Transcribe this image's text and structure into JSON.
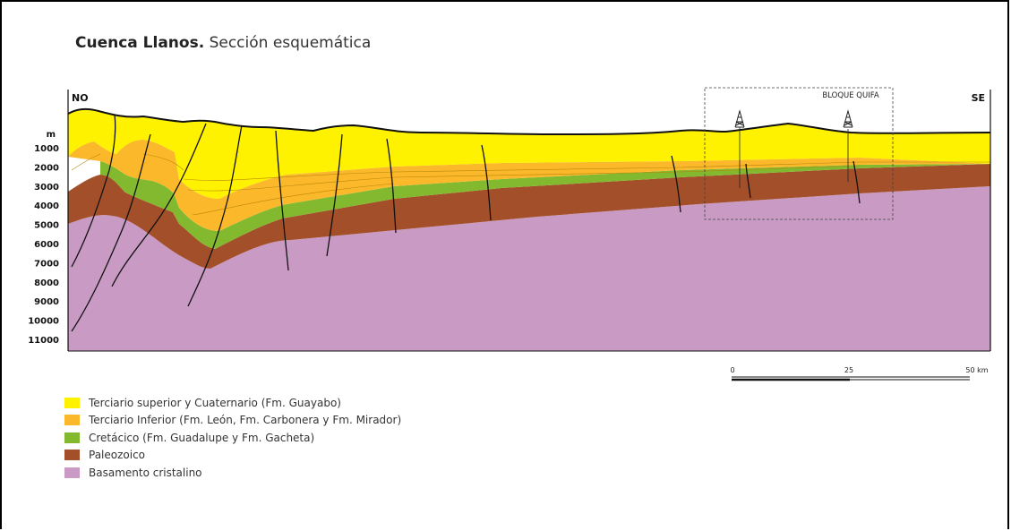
{
  "title": {
    "bold": "Cuenca Llanos.",
    "rest": "Sección esquemática"
  },
  "section": {
    "left_label": "NO",
    "right_label": "SE",
    "depth_unit": "m",
    "depth_ticks": [
      "1000",
      "2000",
      "3000",
      "4000",
      "5000",
      "6000",
      "7000",
      "8000",
      "9000",
      "10000",
      "11000"
    ],
    "block_label": "BLOQUE QUIFA"
  },
  "scale_bar": {
    "labels": [
      "0",
      "25",
      "50 km"
    ]
  },
  "legend": [
    {
      "label": "Terciario superior y Cuaternario (Fm. Guayabo)",
      "color": "#fff200"
    },
    {
      "label": "Terciario Inferior (Fm. León, Fm. Carbonera y Fm. Mirador)",
      "color": "#fbb82a"
    },
    {
      "label": "Cretácico (Fm. Guadalupe y Fm. Gacheta)",
      "color": "#83b92f"
    },
    {
      "label": "Paleozoico",
      "color": "#a3502a"
    },
    {
      "label": "Basamento cristalino",
      "color": "#c99bc4"
    }
  ],
  "colors": {
    "terciario_superior": "#fff200",
    "terciario_inferior": "#fbb82a",
    "cretacico": "#83b92f",
    "paleozoico": "#a3502a",
    "basamento": "#c99bc4"
  }
}
